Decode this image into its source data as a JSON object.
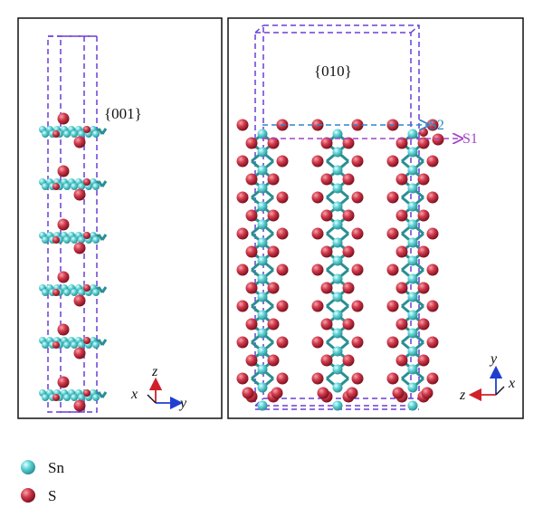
{
  "left_panel": {
    "facet_label": "{001}"
  },
  "right_panel": {
    "facet_label": "{010}",
    "plane_s2_label": "S2",
    "plane_s1_label": "S1"
  },
  "axes_left": {
    "vertical": "z",
    "horizontal": "y",
    "depth": "x"
  },
  "axes_right": {
    "vertical": "y",
    "horizontal": "z",
    "depth": "x"
  },
  "legend": [
    {
      "label": "Sn",
      "color": "#5fd3d6"
    },
    {
      "label": "S",
      "color": "#d23a4c"
    }
  ],
  "colors": {
    "sn": "#5fd3d6",
    "s": "#d23a4c",
    "cell": "#6a3fd6",
    "s2_line": "#2f86c6",
    "s1_line": "#a244c8",
    "axis_red": "#d0202a",
    "axis_blue": "#1f3fd0"
  }
}
